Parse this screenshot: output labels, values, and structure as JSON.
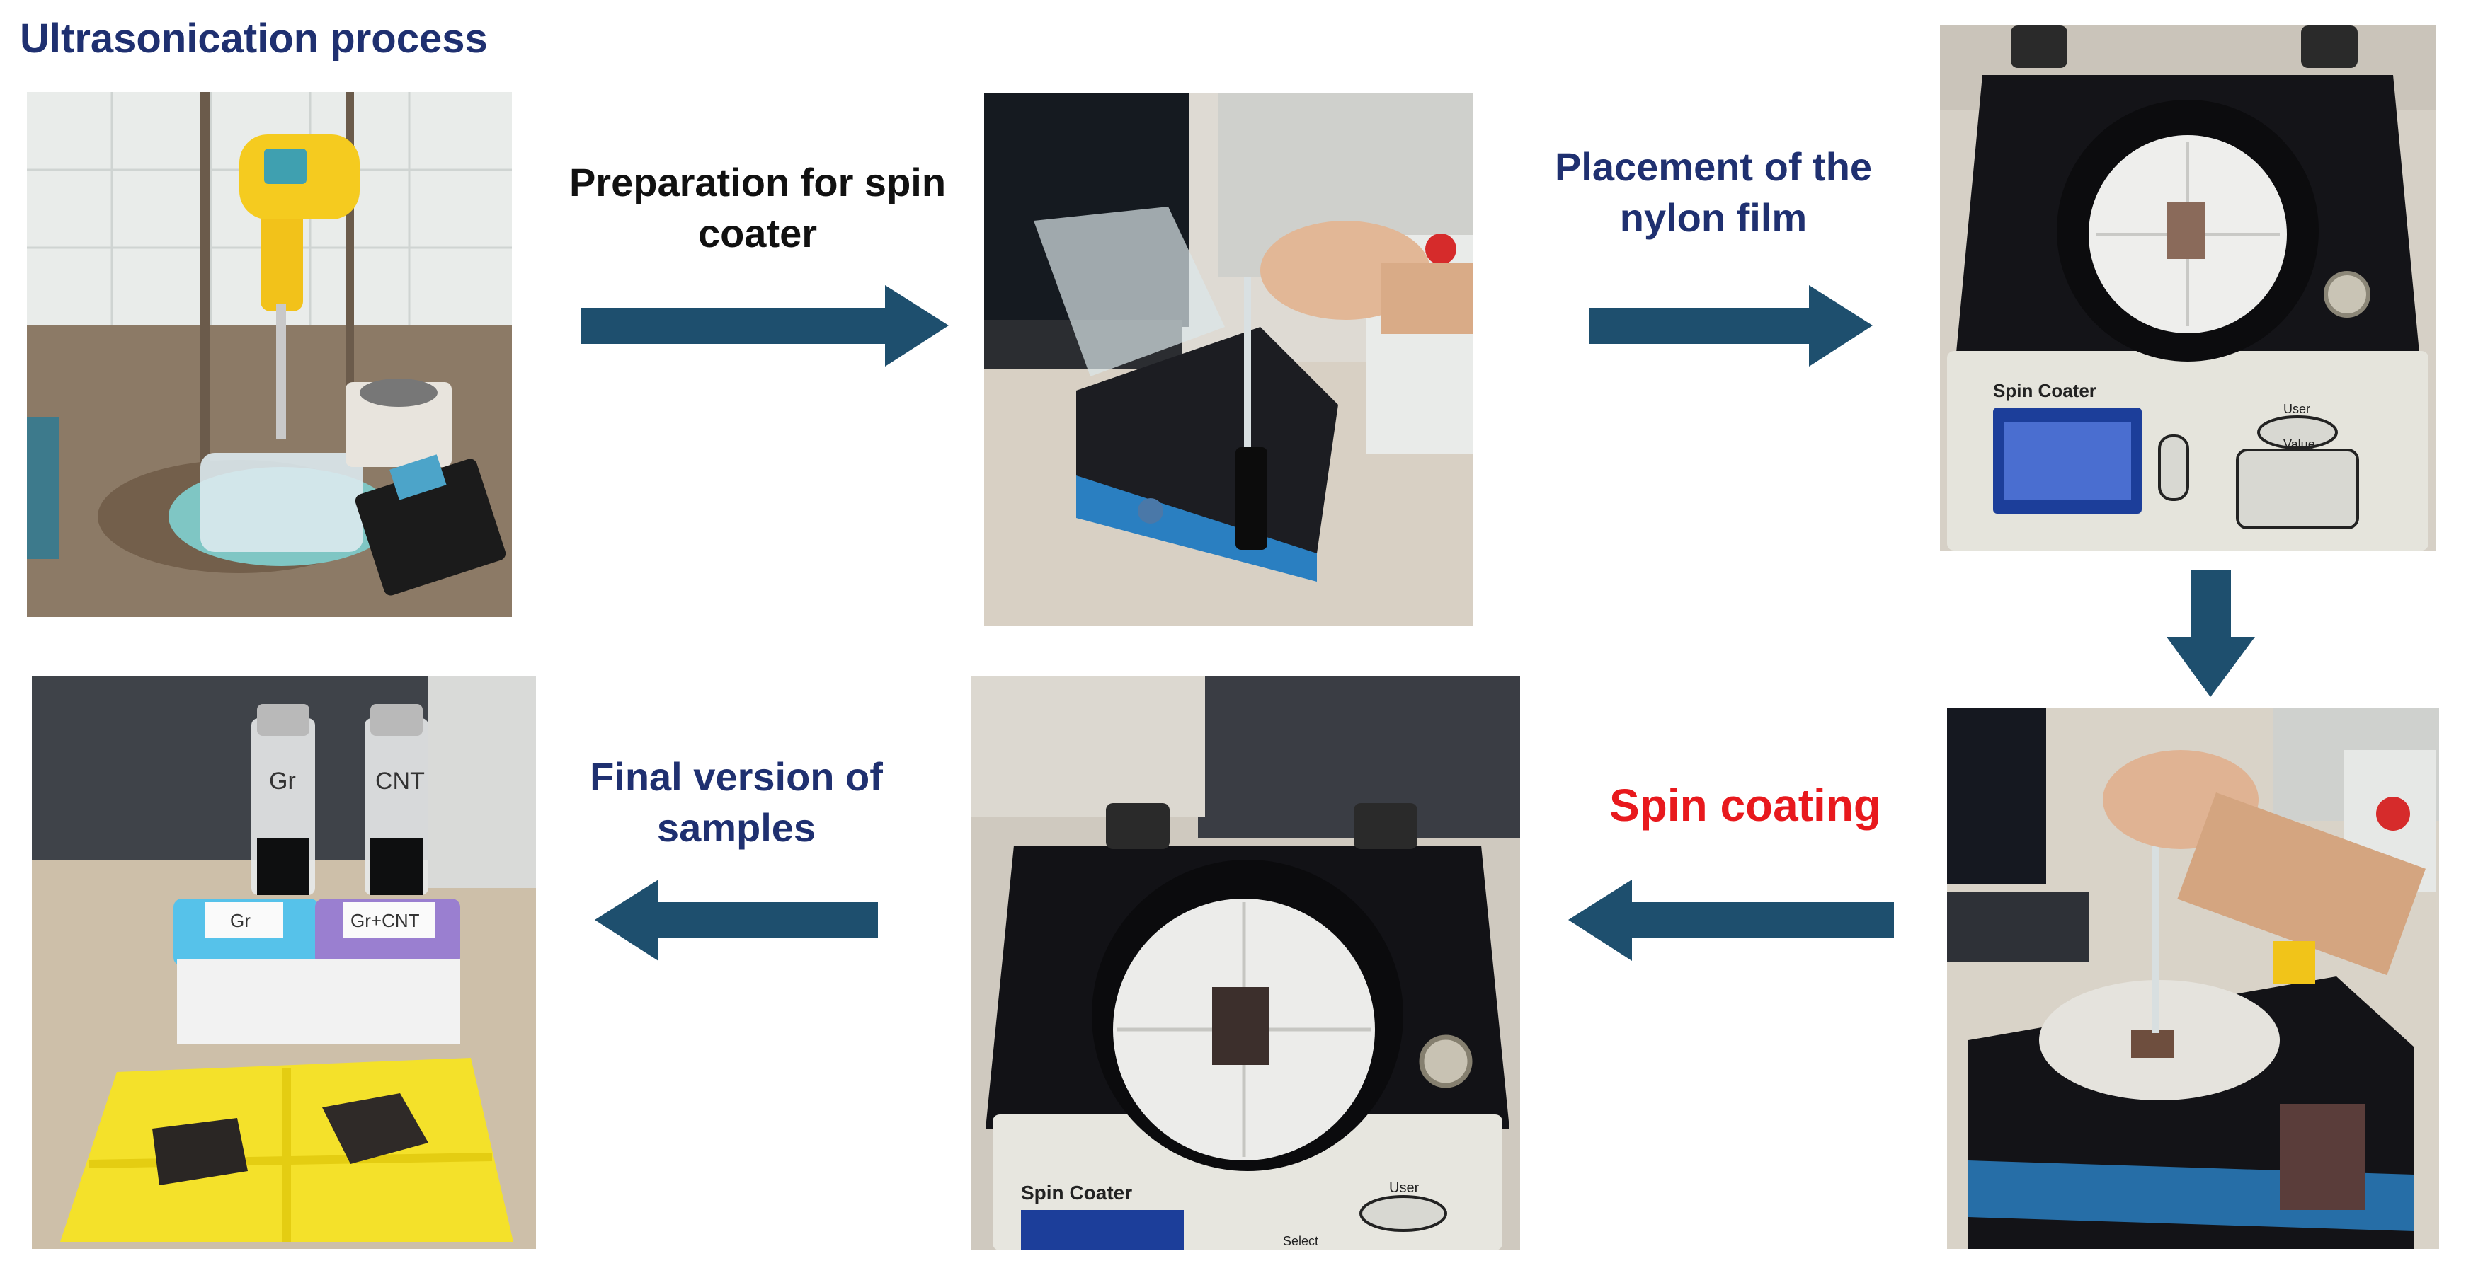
{
  "title": "Ultrasonication process",
  "steps": [
    {
      "label": "Preparation for spin coater"
    },
    {
      "label": "Placement of the nylon film"
    },
    {
      "label": "Spin coating"
    },
    {
      "label": "Final version of samples"
    }
  ],
  "device": {
    "brand_label": "Spin Coater",
    "button_user": "User",
    "button_select": "Select",
    "button_value": "Value"
  },
  "vial_labels": [
    "Gr",
    "CNT"
  ],
  "box_labels": [
    "Gr",
    "Gr+CNT"
  ],
  "colors": {
    "title_text": "#1f3070",
    "step_text_dark": "#111111",
    "step_text_navy": "#1f3070",
    "highlight_text": "#e8191d",
    "arrow": "#1e4f6e"
  }
}
